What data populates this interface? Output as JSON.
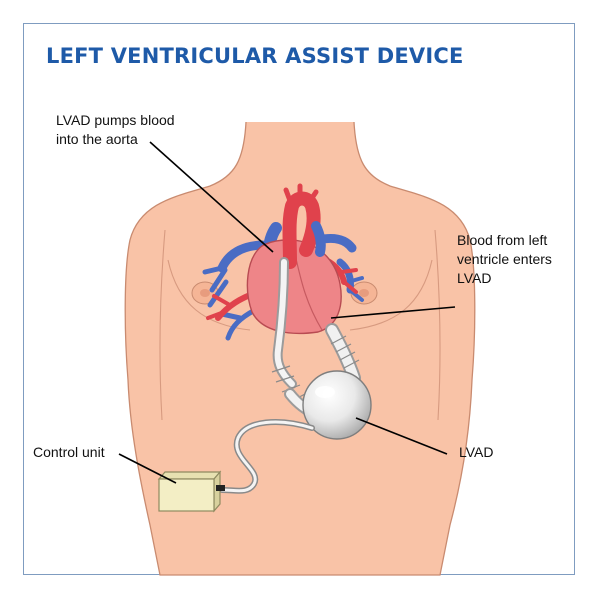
{
  "title": "LEFT VENTRICULAR ASSIST DEVICE",
  "labels": {
    "pump_to_aorta": [
      "LVAD pumps blood",
      "into the aorta"
    ],
    "blood_enters": [
      "Blood from left",
      "ventricle enters",
      "LVAD"
    ],
    "lvad": "LVAD",
    "control_unit": "Control unit"
  },
  "colors": {
    "title": "#1e5aa8",
    "frame": "#7f9cc0",
    "skin": "#f9c3a7",
    "skin_outline": "#c98b70",
    "heart": "#ee8588",
    "artery": "#e0424c",
    "vein": "#4a6cc4",
    "device": "#e4e4e4",
    "control_unit": "#f3eec5"
  }
}
